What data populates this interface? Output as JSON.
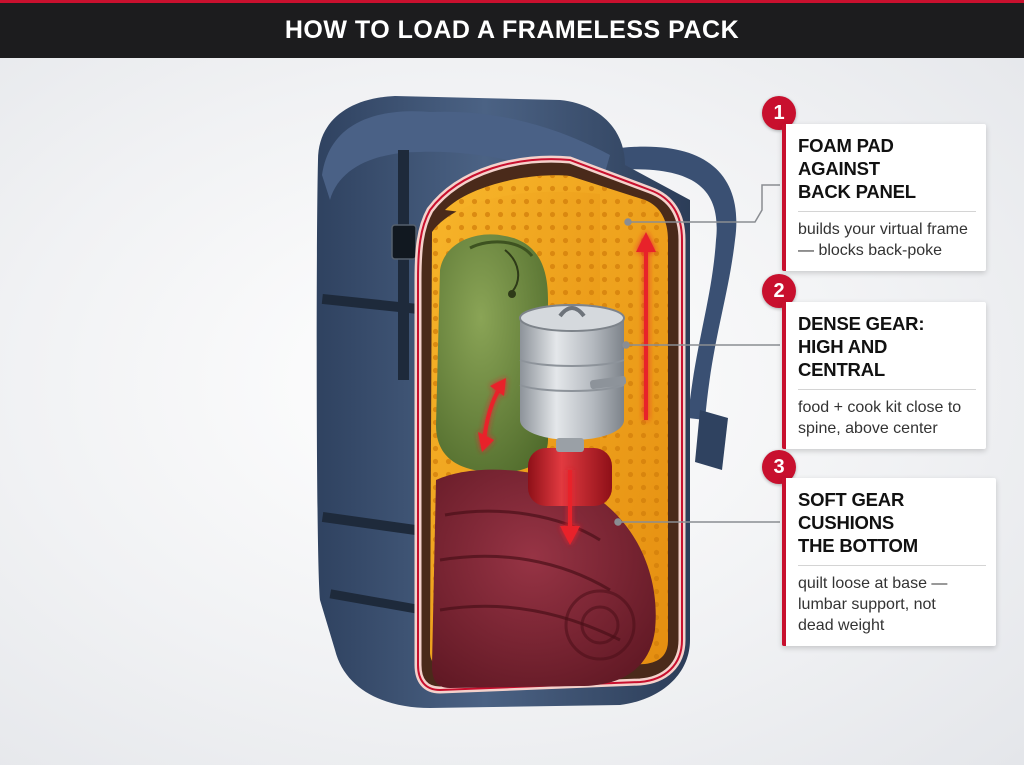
{
  "header": {
    "title": "HOW TO LOAD A FRAMELESS PACK"
  },
  "colors": {
    "accent": "#c8102e",
    "pack_blue": "#3f5573",
    "foam_orange": "#f2a21a",
    "stuff_sack_green": "#6f8a3c",
    "quilt_maroon": "#7a1f2b",
    "pot_silver": "#b9bec4",
    "canister_red": "#c41e2a"
  },
  "callouts": [
    {
      "number": "1",
      "title_lines": [
        "FOAM PAD AGAINST",
        "BACK PANEL"
      ],
      "body_lines": [
        "builds your virtual frame",
        "— blocks back-poke"
      ]
    },
    {
      "number": "2",
      "title_lines": [
        "DENSE GEAR:",
        "HIGH AND CENTRAL"
      ],
      "body_lines": [
        "food + cook kit close to",
        "spine, above center"
      ]
    },
    {
      "number": "3",
      "title_lines": [
        "SOFT GEAR CUSHIONS",
        "THE BOTTOM"
      ],
      "body_lines": [
        "quilt loose at base —",
        "lumbar support, not",
        "dead weight"
      ]
    }
  ],
  "illustration": {
    "items": [
      "backpack",
      "foam-pad",
      "stuff-sack",
      "cook-pot",
      "fuel-canister",
      "quilt"
    ],
    "arrows": [
      "up-arrow",
      "double-arrow",
      "down-arrow"
    ]
  }
}
